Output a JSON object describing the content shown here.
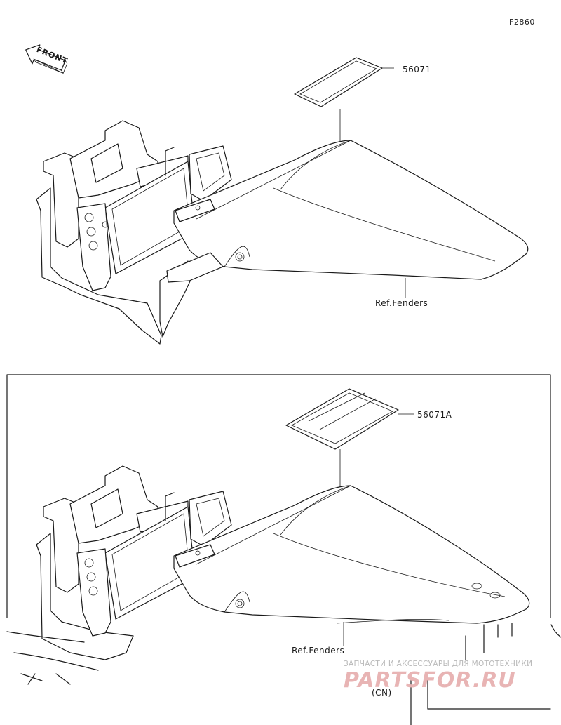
{
  "figure_code": "F2860",
  "front_arrow_label": "FRONT",
  "upper": {
    "part_number": "56071",
    "ref_label": "Ref.Fenders"
  },
  "lower": {
    "part_number": "56071A",
    "ref_label": "Ref.Fenders",
    "market_code": "(CN)"
  },
  "watermark": {
    "tagline": "ЗАПЧАСТИ И АКСЕССУАРЫ ДЛЯ МОТОТЕХНИКИ",
    "brand": "PARTSFOR.RU"
  }
}
